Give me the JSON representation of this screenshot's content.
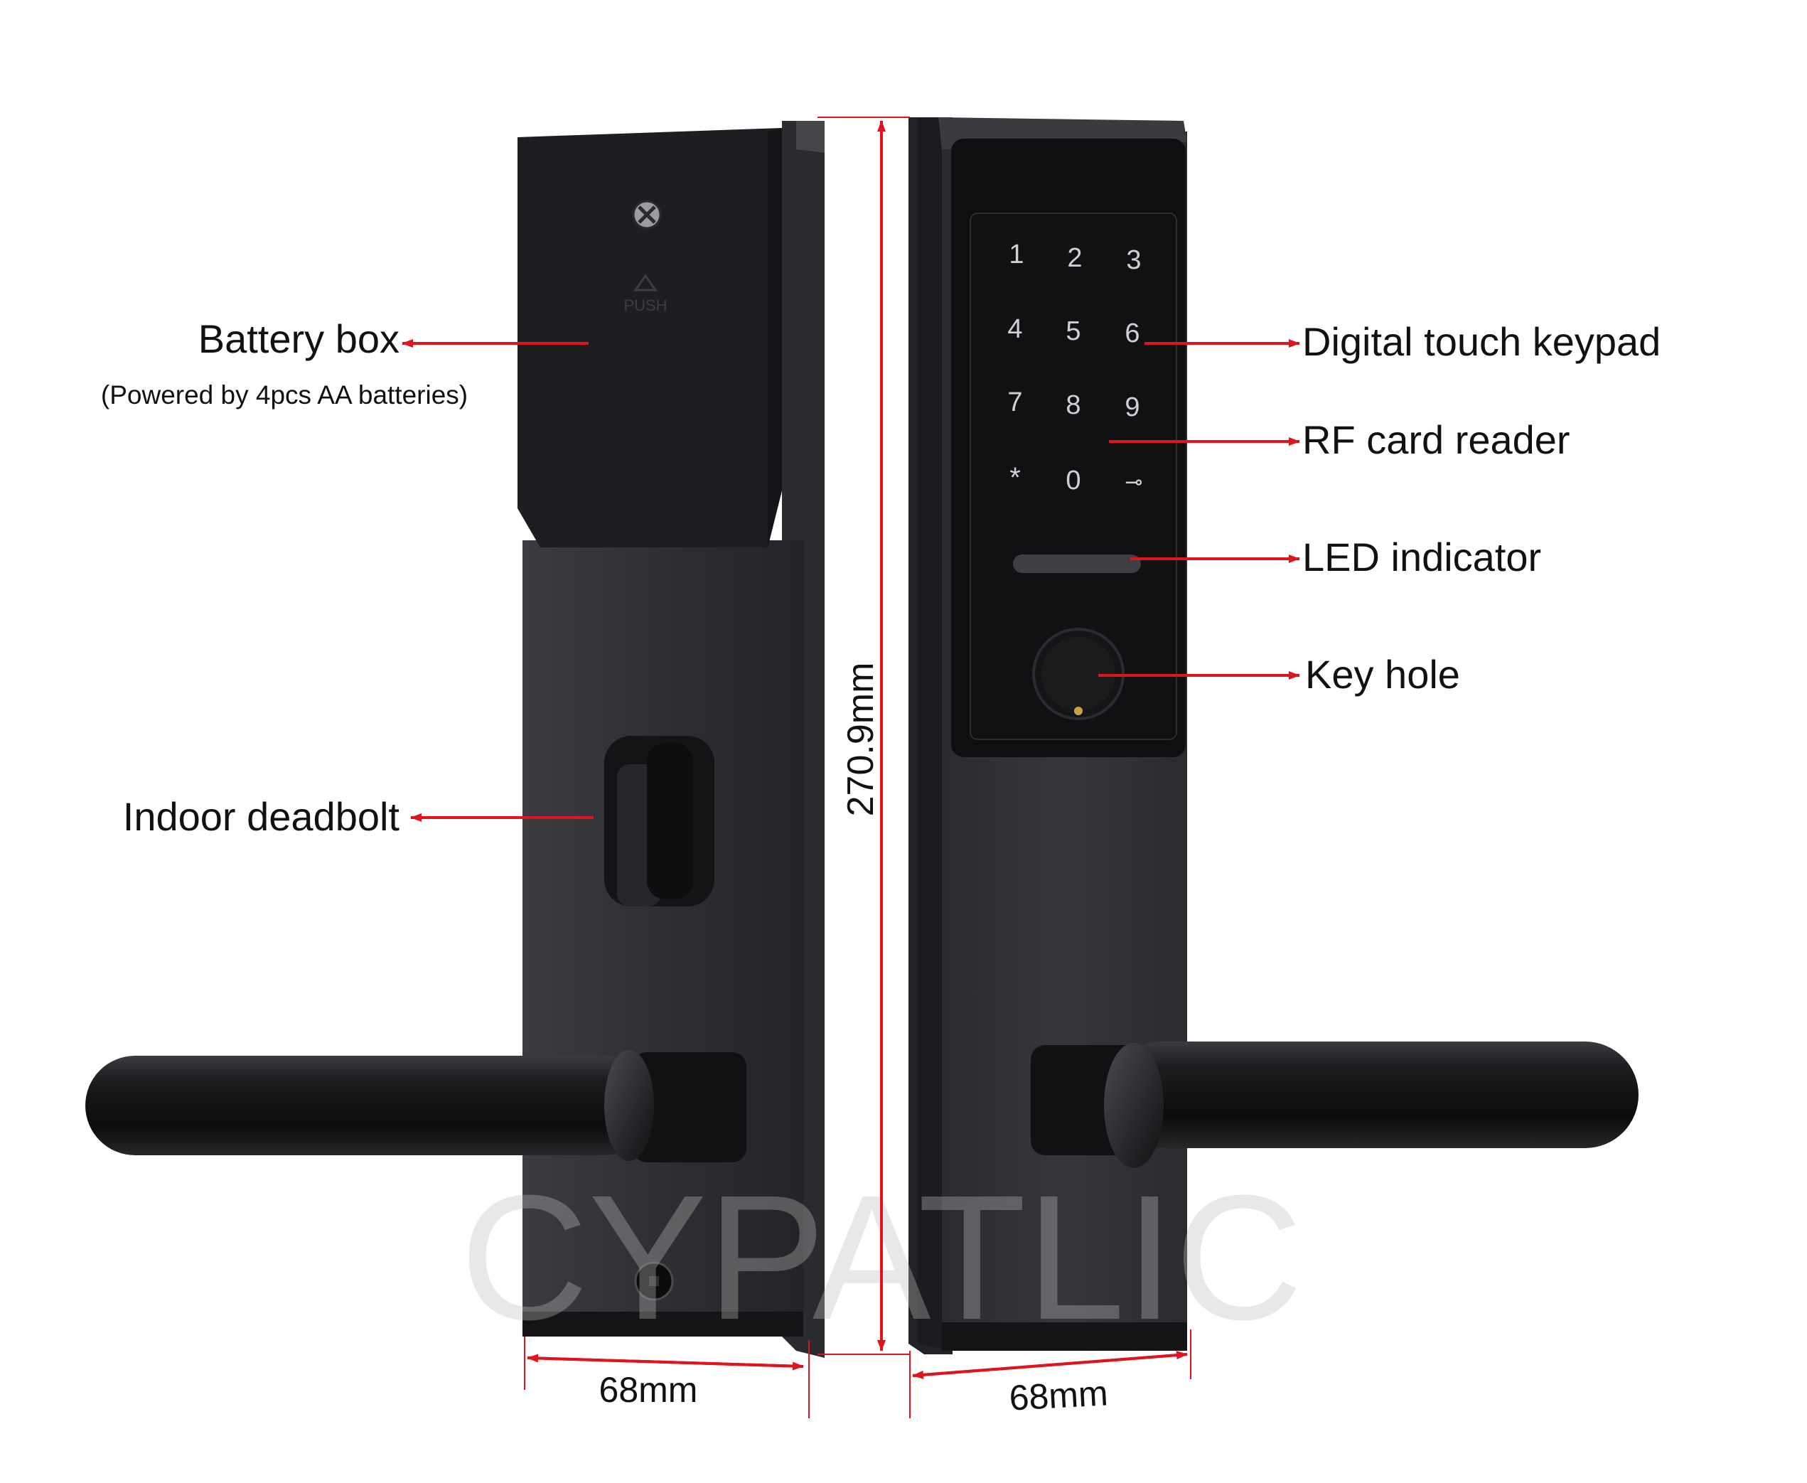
{
  "labels": {
    "battery_box": "Battery box",
    "battery_note": "(Powered by 4pcs AA batteries)",
    "indoor_deadbolt": "Indoor deadbolt",
    "keypad": "Digital touch keypad",
    "rf_reader": "RF card reader",
    "led": "LED indicator",
    "key_hole": "Key hole"
  },
  "dimensions": {
    "height": "270.9mm",
    "width_left": "68mm",
    "width_right": "68mm"
  },
  "battery_cover": {
    "push_label": "PUSH"
  },
  "keypad_keys": [
    "1",
    "2",
    "3",
    "4",
    "5",
    "6",
    "7",
    "8",
    "9",
    "*",
    "0",
    "⊸"
  ],
  "watermark": "CYPATLIC",
  "colors": {
    "arrow": "#e0141c",
    "body": "#1c1d20",
    "label": "#111111"
  }
}
